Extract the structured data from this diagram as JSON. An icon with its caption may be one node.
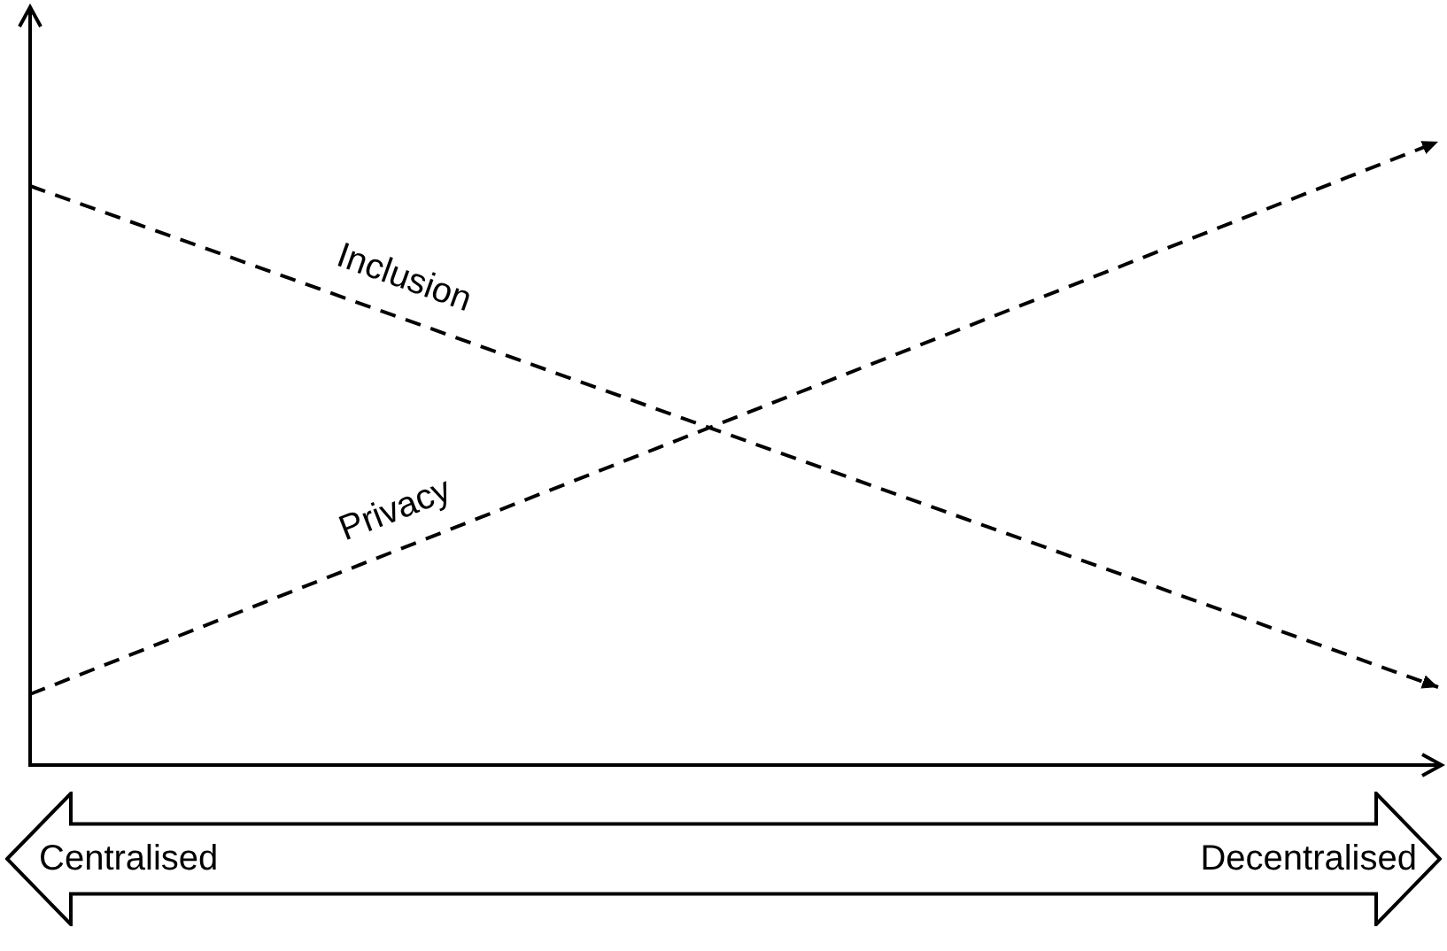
{
  "diagram": {
    "nodes": [
      {
        "text": [
          "Centralised",
          "Decentralised"
        ]
      }
    ],
    "labels": [
      "Inclusion",
      "Privacy"
    ]
  }
}
